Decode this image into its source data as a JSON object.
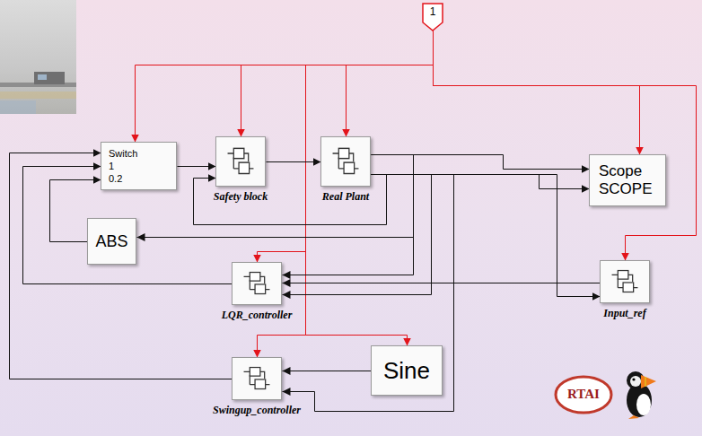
{
  "diagram": {
    "nodes": [
      {
        "text": [
          "1"
        ]
      },
      {
        "text": [
          "Switch",
          "1",
          "0.2"
        ]
      },
      {
        "text": [
          "Safety block"
        ]
      },
      {
        "text": [
          "Real Plant"
        ]
      },
      {
        "text": [
          "Scope",
          "SCOPE"
        ]
      },
      {
        "text": [
          "ABS"
        ]
      },
      {
        "text": [
          "LQR_controller"
        ]
      },
      {
        "text": [
          "Input_ref"
        ]
      },
      {
        "text": [
          "Swingup_controller"
        ]
      },
      {
        "text": [
          "Sine"
        ]
      }
    ],
    "edges": [
      {
        "from": 0,
        "to": 1,
        "arrow": "to"
      },
      {
        "from": 0,
        "to": 2,
        "arrow": "to"
      },
      {
        "from": 0,
        "to": 3,
        "arrow": "to"
      },
      {
        "from": 0,
        "to": 4,
        "arrow": "to"
      },
      {
        "from": 0,
        "to": 7,
        "arrow": "to"
      },
      {
        "from": 0,
        "to": 6,
        "arrow": "to"
      },
      {
        "from": 0,
        "to": 9,
        "arrow": "to"
      },
      {
        "from": 0,
        "to": 8,
        "arrow": "to"
      },
      {
        "from": 1,
        "to": 2,
        "arrow": "to"
      },
      {
        "from": 2,
        "to": 3,
        "arrow": "to"
      },
      {
        "from": 3,
        "to": 4,
        "arrow": "to"
      },
      {
        "from": 3,
        "to": 4,
        "arrow": "to"
      },
      {
        "from": 3,
        "to": 5,
        "arrow": "to"
      },
      {
        "from": 3,
        "to": 2,
        "arrow": "to"
      },
      {
        "from": 3,
        "to": 6,
        "arrow": "to"
      },
      {
        "from": 3,
        "to": 6,
        "arrow": "to"
      },
      {
        "from": 3,
        "to": 7,
        "arrow": "to"
      },
      {
        "from": 7,
        "to": 6,
        "arrow": "to"
      },
      {
        "from": 9,
        "to": 8,
        "arrow": "to"
      },
      {
        "from": 3,
        "to": 8,
        "arrow": "to"
      },
      {
        "from": 6,
        "to": 1,
        "arrow": "to"
      },
      {
        "from": 5,
        "to": 1,
        "arrow": "to"
      },
      {
        "from": 8,
        "to": 1,
        "arrow": "to"
      }
    ],
    "labels": [
      "RTAI"
    ]
  }
}
